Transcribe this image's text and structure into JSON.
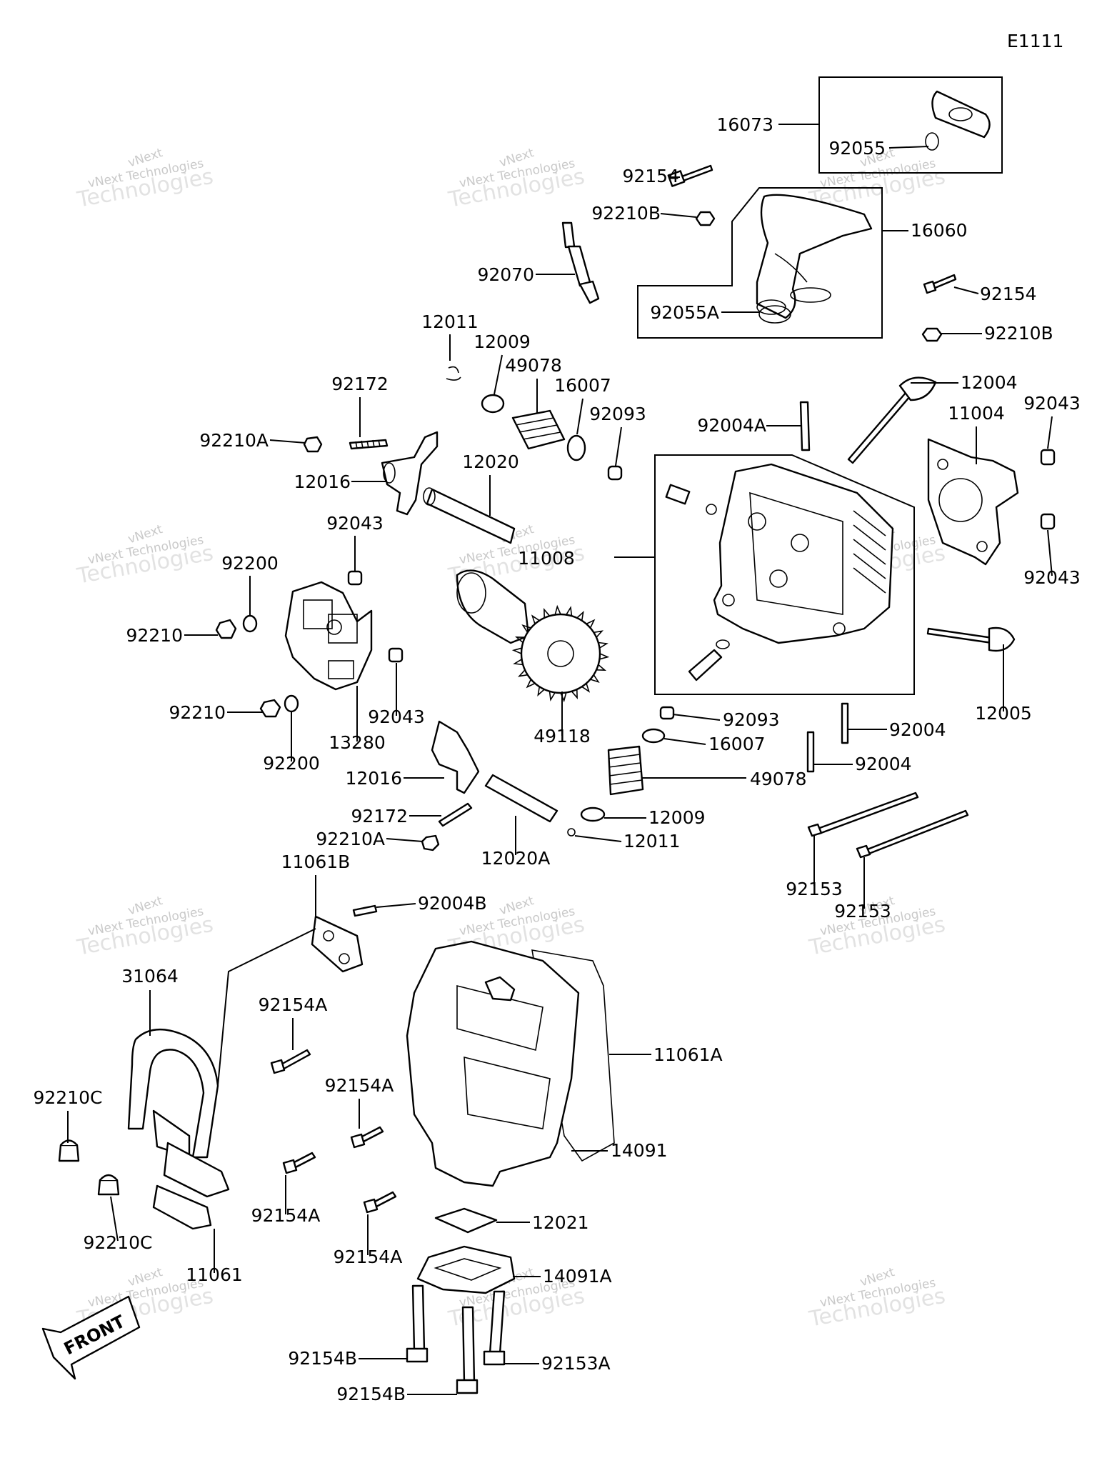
{
  "diagram": {
    "code": "E1111",
    "front_label": "FRONT",
    "watermark": {
      "line1": "vNext",
      "line2": "vNext Technologies",
      "line3": "Technologies"
    },
    "labels": [
      "16073",
      "92055",
      "92154",
      "92210B",
      "16060",
      "92070",
      "92055A",
      "92154",
      "92210B",
      "12011",
      "12009",
      "49078",
      "16007",
      "92093",
      "92172",
      "92210A",
      "12016",
      "12020",
      "92004A",
      "12004",
      "11004",
      "92043",
      "92043",
      "11008",
      "92043",
      "92200",
      "92210",
      "92043",
      "13280",
      "92210",
      "92200",
      "49118",
      "92093",
      "16007",
      "49078",
      "12005",
      "92004",
      "92004",
      "12016",
      "92172",
      "92210A",
      "12020A",
      "12009",
      "12011",
      "92153",
      "92153",
      "11061B",
      "92004B",
      "31064",
      "92154A",
      "11061A",
      "92154A",
      "92210C",
      "14091",
      "92154A",
      "92154A",
      "12021",
      "92210C",
      "11061",
      "14091A",
      "92154B",
      "92153A",
      "92154B"
    ]
  }
}
